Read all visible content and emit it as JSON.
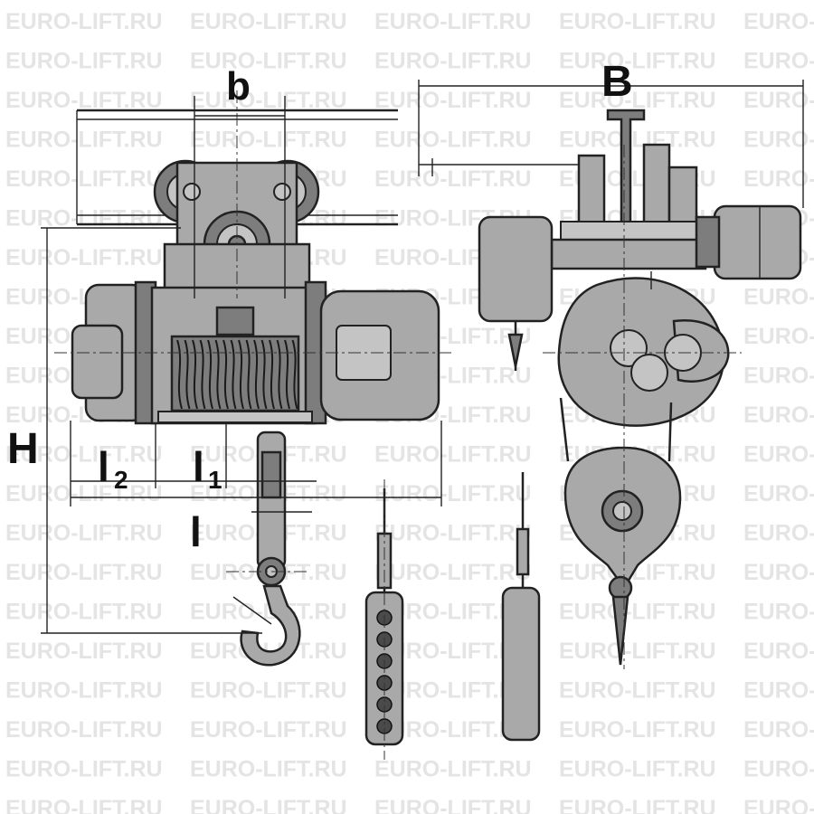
{
  "watermark": {
    "text": "EURO-LIFT.RU",
    "color": "#e4e4e4"
  },
  "dimensions": {
    "b": "b",
    "B": "B",
    "H": "H",
    "l1_main": "l",
    "l1_sub": "1",
    "l2_main": "l",
    "l2_sub": "2",
    "l": "l"
  },
  "colors": {
    "body": "#a9a9a9",
    "dark": "#7d7d7d",
    "line": "#222222"
  }
}
